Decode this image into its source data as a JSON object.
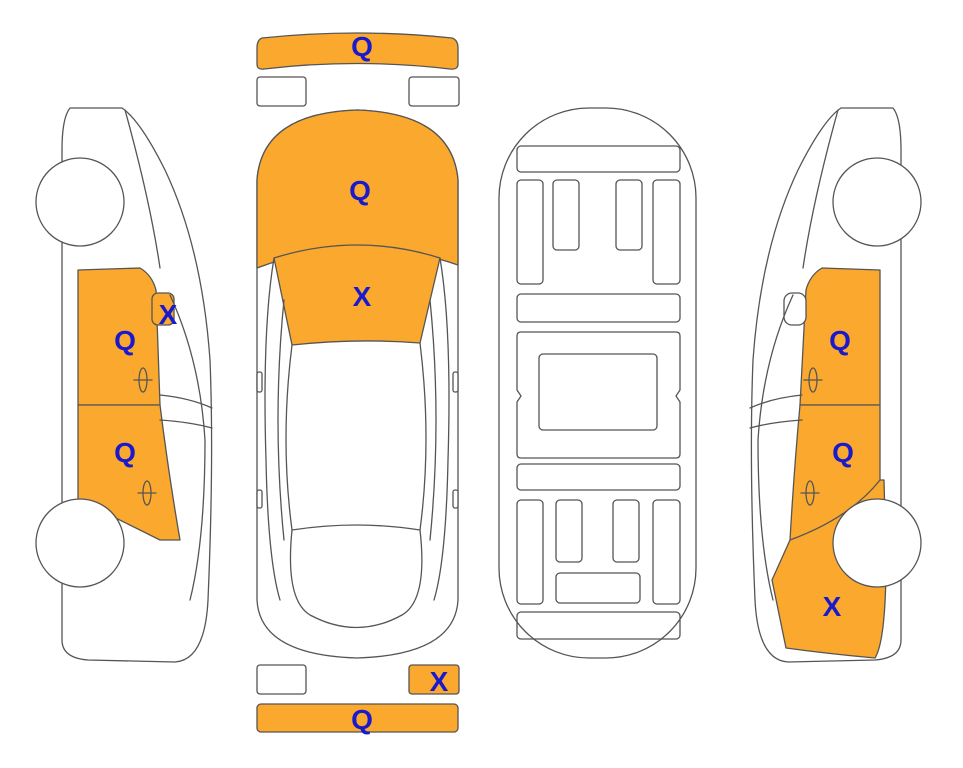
{
  "diagram": {
    "damage_color": "#FBA82E",
    "mark_color": "#1A1ACD",
    "marks": {
      "front_bumper": "Q",
      "hood": "Q",
      "windshield": "X",
      "left_front_door": "Q",
      "left_mirror": "X",
      "left_rear_door": "Q",
      "right_front_door": "Q",
      "right_rear_door": "Q",
      "right_rear_quarter": "X",
      "rear_right_light": "X",
      "rear_bumper": "Q"
    }
  }
}
